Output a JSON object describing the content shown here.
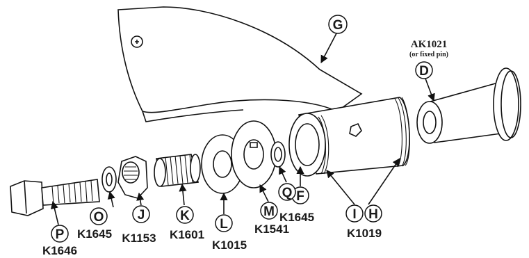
{
  "callouts": {
    "A": "G",
    "D": "D",
    "F": "F",
    "H": "H",
    "I": "I",
    "J": "J",
    "K": "K",
    "L": "L",
    "M": "M",
    "O": "O",
    "P": "P",
    "Q": "Q"
  },
  "part_numbers": {
    "ak": "AK1021",
    "ak_note": "(or fixed pin)",
    "p": "K1646",
    "o": "K1645",
    "j": "K1153",
    "k": "K1601",
    "l": "K1015",
    "m": "K1541",
    "q": "K1645",
    "ih": "K1019"
  }
}
